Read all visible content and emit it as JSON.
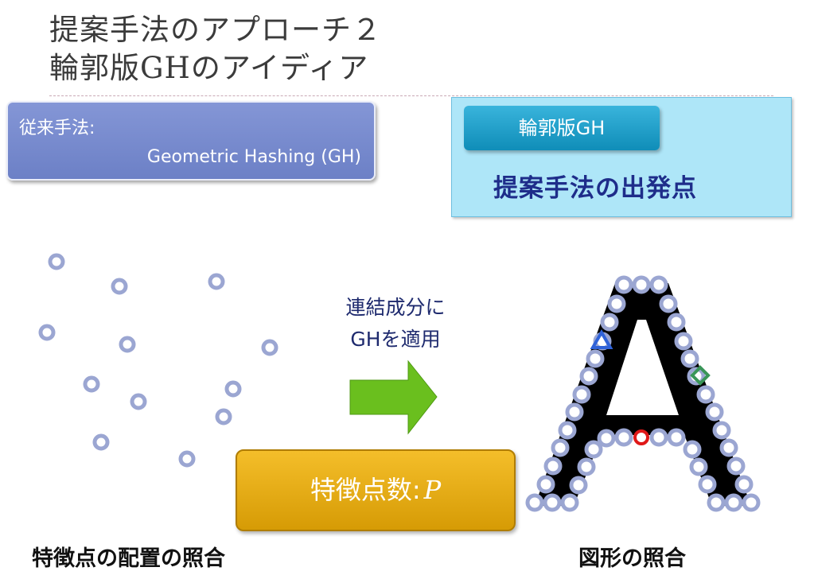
{
  "title": {
    "line1": "提案手法のアプローチ２",
    "line2": "輪郭版GHのアイディア"
  },
  "conventional": {
    "label": "従来手法:",
    "method": "Geometric Hashing (GH)"
  },
  "proposed": {
    "button_label": "輪郭版GH",
    "text": "提案手法の出発点"
  },
  "step": {
    "line1": "連結成分に",
    "line2": "GHを適用"
  },
  "feature_count": {
    "label": "特徴点数:",
    "variable": "P"
  },
  "captions": {
    "left": "特徴点の配置の照合",
    "right": "図形の照合"
  },
  "colors": {
    "point": "#9ba6d2",
    "arrow": "#6abf1e",
    "marker_triangle": "#2f62d8",
    "marker_diamond": "#3a9558",
    "marker_circle": "#e01818"
  },
  "icons": {
    "arrow": "right-arrow-icon",
    "glyph": "letter-a-shape"
  }
}
